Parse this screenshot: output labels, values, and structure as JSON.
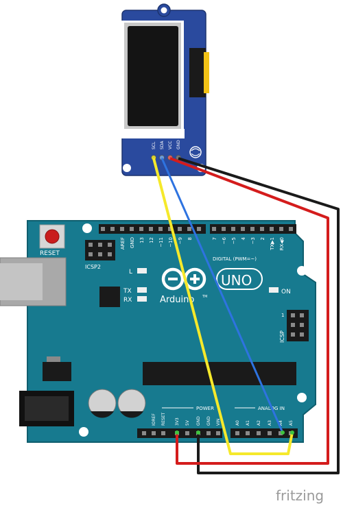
{
  "oled": {
    "pins": [
      "SCL",
      "SDA",
      "VCC",
      "GND"
    ]
  },
  "arduino": {
    "reset_label": "RESET",
    "icsp2_label": "ICSP2",
    "icsp_label": "ICSP",
    "icsp_pin1": "1",
    "digital_pins": [
      "AREF",
      "GND",
      "13",
      "12",
      "~11",
      "~10",
      "~9",
      "8",
      "7",
      "~6",
      "~5",
      "4",
      "~3",
      "2",
      "TX▶1",
      "RX◀0"
    ],
    "digital_label": "DIGITAL (PWM=~)",
    "led_l": "L",
    "led_tx": "TX",
    "led_rx": "RX",
    "logo_brand": "Arduino",
    "logo_tm": "TM",
    "logo_model": "UNO",
    "on_label": "ON",
    "power_label": "POWER",
    "power_pins": [
      "IOREF",
      "RESET",
      "3V3",
      "5V",
      "GND",
      "GND",
      "VIN"
    ],
    "analog_label": "ANALOG IN",
    "analog_pins": [
      "A0",
      "A1",
      "A2",
      "A3",
      "A4",
      "A5"
    ]
  },
  "wires": [
    {
      "name": "scl",
      "color": "#f5e92b"
    },
    {
      "name": "sda",
      "color": "#2e73e0"
    },
    {
      "name": "vcc",
      "color": "#d41c1c"
    },
    {
      "name": "gnd",
      "color": "#1a1a1a"
    }
  ],
  "brand": {
    "text": "fritzing",
    "color": "#9a9a9a"
  },
  "colors": {
    "board": "#177a8f",
    "board_dark": "#0f5e6e",
    "module": "#2a4a9e",
    "screen": "#141414"
  }
}
